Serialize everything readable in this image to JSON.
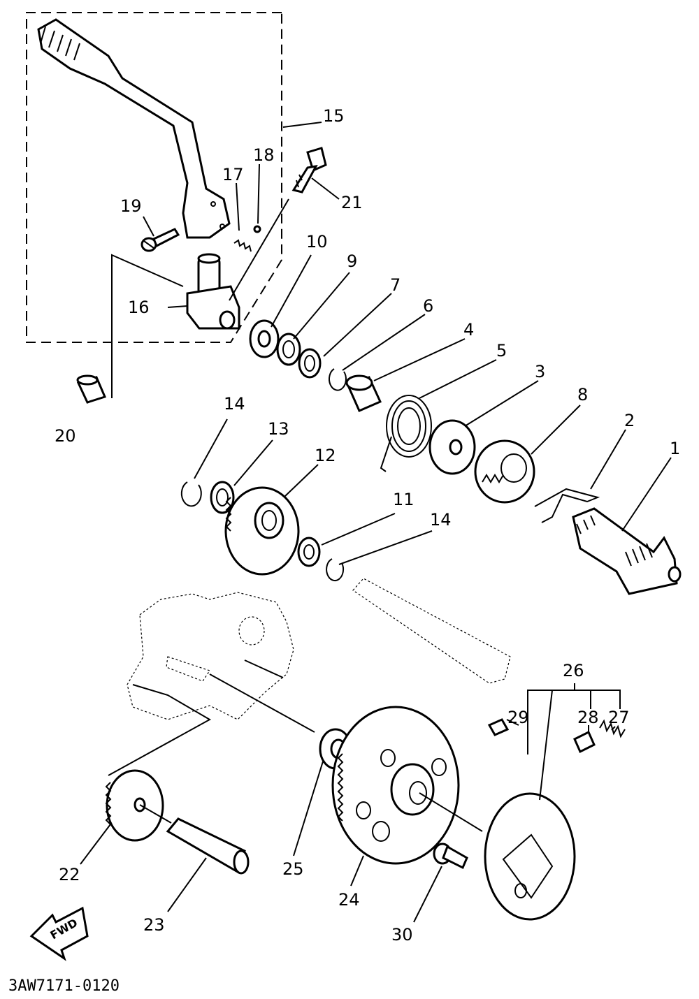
{
  "diagram": {
    "code": "3AW7171-0120",
    "fwd_label": "FWD",
    "callouts": [
      {
        "id": "c1",
        "label": "1"
      },
      {
        "id": "c2",
        "label": "2"
      },
      {
        "id": "c3",
        "label": "3"
      },
      {
        "id": "c4",
        "label": "4"
      },
      {
        "id": "c5",
        "label": "5"
      },
      {
        "id": "c6",
        "label": "6"
      },
      {
        "id": "c7",
        "label": "7"
      },
      {
        "id": "c8",
        "label": "8"
      },
      {
        "id": "c9",
        "label": "9"
      },
      {
        "id": "c10",
        "label": "10"
      },
      {
        "id": "c11",
        "label": "11"
      },
      {
        "id": "c12",
        "label": "12"
      },
      {
        "id": "c13",
        "label": "13"
      },
      {
        "id": "c14a",
        "label": "14"
      },
      {
        "id": "c14b",
        "label": "14"
      },
      {
        "id": "c15",
        "label": "15"
      },
      {
        "id": "c16",
        "label": "16"
      },
      {
        "id": "c17",
        "label": "17"
      },
      {
        "id": "c18",
        "label": "18"
      },
      {
        "id": "c19",
        "label": "19"
      },
      {
        "id": "c20",
        "label": "20"
      },
      {
        "id": "c21",
        "label": "21"
      },
      {
        "id": "c22",
        "label": "22"
      },
      {
        "id": "c23",
        "label": "23"
      },
      {
        "id": "c24",
        "label": "24"
      },
      {
        "id": "c25",
        "label": "25"
      },
      {
        "id": "c26",
        "label": "26"
      },
      {
        "id": "c27",
        "label": "27"
      },
      {
        "id": "c28",
        "label": "28"
      },
      {
        "id": "c29",
        "label": "29"
      },
      {
        "id": "c30",
        "label": "30"
      }
    ]
  }
}
